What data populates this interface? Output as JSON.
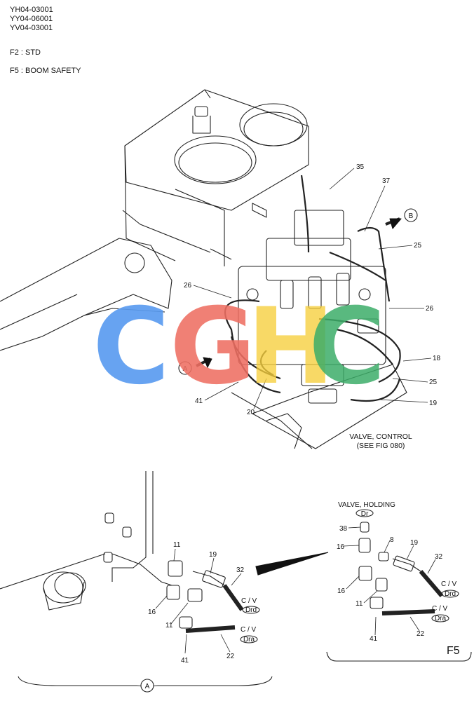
{
  "header": {
    "model_codes": [
      "YH04-03001",
      "YY04-06001",
      "YV04-03001"
    ],
    "variants": [
      "F2 : STD",
      "F5 : BOOM  SAFETY"
    ]
  },
  "watermark": {
    "letters": [
      "C",
      "G",
      "H",
      "C"
    ],
    "colors": [
      "#5b9cf0",
      "#ef6f62",
      "#f7cf3c",
      "#3dad69"
    ]
  },
  "main_view": {
    "callouts": [
      "35",
      "37",
      "25",
      "26",
      "26",
      "18",
      "25",
      "19",
      "20",
      "41"
    ],
    "view_markers": [
      "B",
      "A"
    ],
    "note_line1": "VALVE, CONTROL",
    "note_line2": "(SEE FIG 080)"
  },
  "detail_a": {
    "callouts": [
      "11",
      "19",
      "32",
      "16",
      "11",
      "41",
      "22"
    ],
    "cv_labels": [
      "C / V",
      "C / V"
    ],
    "port_labels": [
      "Drd",
      "Dra"
    ],
    "bottom_marker": "A"
  },
  "detail_f5": {
    "title": "VALVE, HOLDING",
    "title_port": "Dr",
    "callouts": [
      "38",
      "16",
      "8",
      "19",
      "32",
      "16",
      "11",
      "41",
      "22"
    ],
    "cv_labels": [
      "C / V",
      "C / V"
    ],
    "port_labels": [
      "Drd",
      "Dra"
    ],
    "variant_tag": "F5"
  }
}
